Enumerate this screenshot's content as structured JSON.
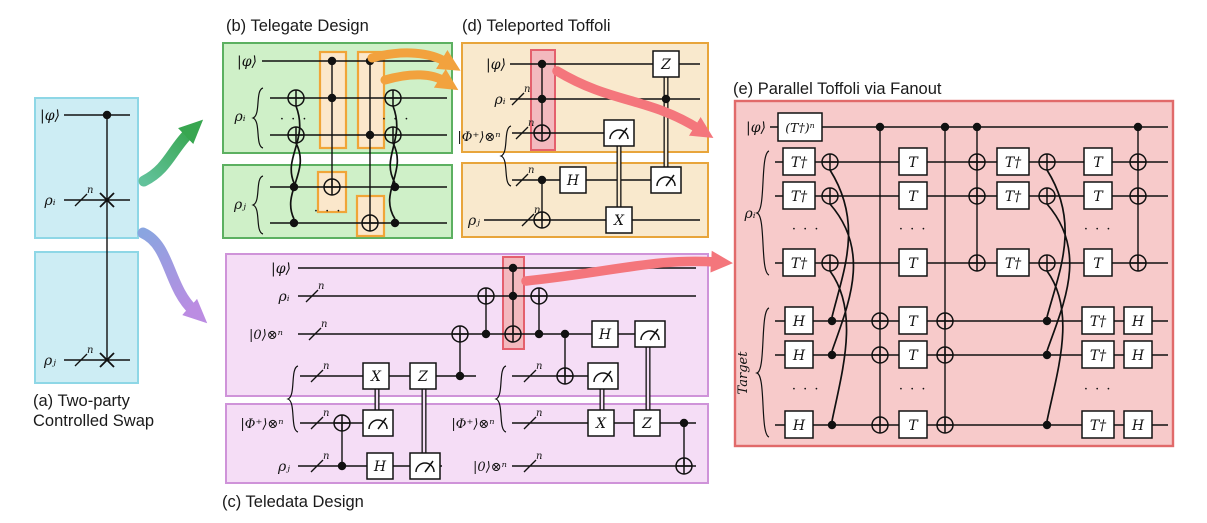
{
  "panels": {
    "a": {
      "caption_line1": "(a) Two-party",
      "caption_line2": "Controlled Swap"
    },
    "b": {
      "title": "(b) Telegate Design"
    },
    "c": {
      "caption": "(c) Teledata Design"
    },
    "d": {
      "title": "(d) Teleported Toffoli"
    },
    "e": {
      "title": "(e) Parallel Toffoli via Fanout"
    }
  },
  "labels": {
    "phi": "|φ⟩",
    "rho_i": "ρᵢ",
    "rho_j": "ρⱼ",
    "zeros": "|0⟩⊗ⁿ",
    "bell": "|Φ⁺⟩⊗ⁿ",
    "wire_n": "n",
    "ellipsis": "· · ·",
    "target": "Target"
  },
  "gates": {
    "T": "T",
    "Tdag": "T†",
    "Tdag_pow_n": "(T†)ⁿ",
    "H": "H",
    "X": "X",
    "Z": "Z"
  },
  "colors": {
    "panel_a_fill": "#cdedf4",
    "panel_a_stroke": "#8ed7e6",
    "panel_b_fill": "#cff0c8",
    "panel_b_stroke": "#5cb061",
    "panel_c_fill": "#f5ddf6",
    "panel_c_stroke": "#cf93d9",
    "panel_d_fill": "#f9e9cd",
    "panel_d_stroke": "#e8a53b",
    "panel_e_fill": "#f7caca",
    "panel_e_stroke": "#e16a6a",
    "highlight_orange_fill": "#fbe7cb",
    "highlight_orange_stroke": "#f0a538",
    "highlight_red_fill": "#f3b9be",
    "highlight_red_stroke": "#e4606d",
    "arrow_orange": "#f2a23e",
    "arrow_red": "#f4767c",
    "arrow_green_start": "#62c29b",
    "arrow_green_end": "#38a650",
    "arrow_purple_start": "#8aa5e0",
    "arrow_purple_end": "#bb8ce2",
    "ink": "#111111"
  }
}
